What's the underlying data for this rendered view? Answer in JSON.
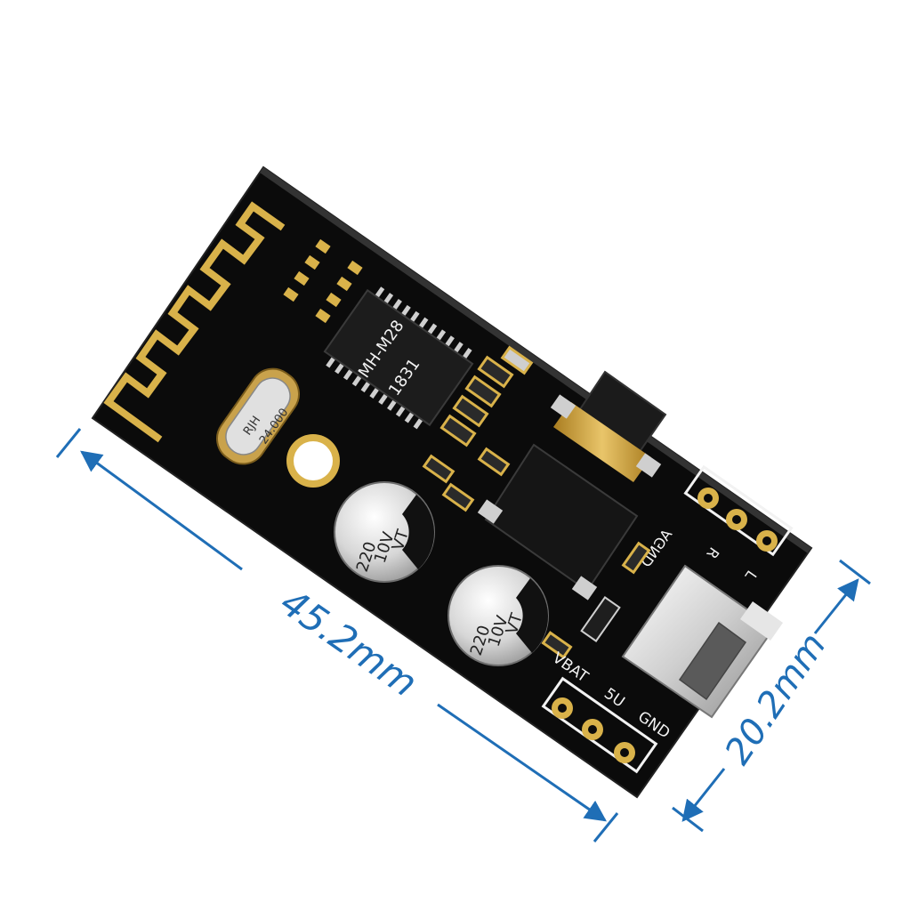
{
  "dimensions": {
    "length_label": "45.2mm",
    "width_label": "20.2mm",
    "color": "#1f6eb6"
  },
  "board": {
    "pcb_color": "#0b0b0b",
    "pad_color": "#d9b24a",
    "chip": {
      "line1": "MH-M28",
      "line2": "1831"
    },
    "crystal": {
      "line1": "RJH",
      "line2": "24.000"
    },
    "capacitors": [
      {
        "line1": "220",
        "line2": "10V",
        "line3": "VT"
      },
      {
        "line1": "220",
        "line2": "10V",
        "line3": "VT"
      }
    ],
    "audio_header": {
      "pins": [
        "AGND",
        "R",
        "L"
      ]
    },
    "power_header": {
      "pins": [
        "VBAT",
        "5U",
        "GND"
      ]
    }
  }
}
